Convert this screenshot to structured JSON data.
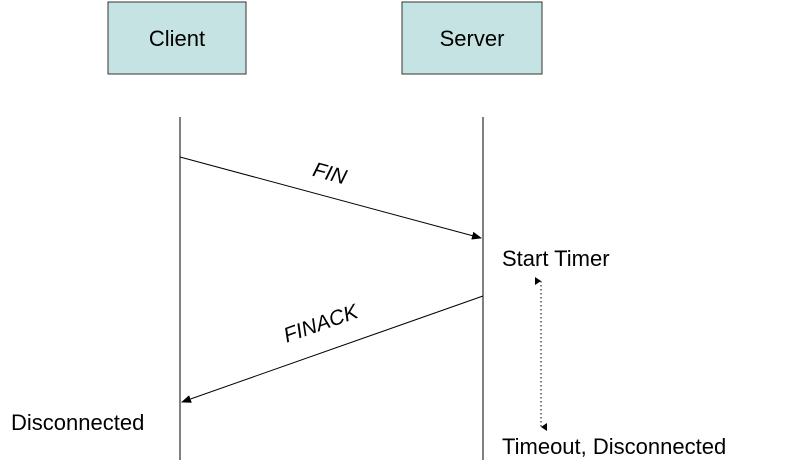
{
  "colors": {
    "entity_fill": "#c5e3e3",
    "line": "#000000",
    "background": "#ffffff"
  },
  "entities": {
    "client": "Client",
    "server": "Server"
  },
  "messages": {
    "fin": "FIN",
    "finack": "FINACK"
  },
  "states": {
    "start_timer": "Start Timer",
    "client_disconnected": "Disconnected",
    "server_timeout": "Timeout, Disconnected"
  }
}
